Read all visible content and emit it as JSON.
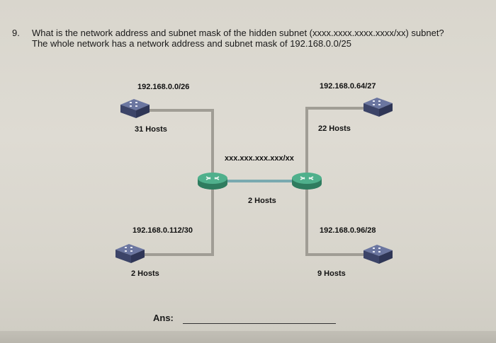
{
  "question": {
    "number": "9.",
    "line1": "What is the network address and subnet mask of the hidden subnet (xxxx.xxxx.xxxx.xxxx/xx) subnet?",
    "line2": "The whole network has a network address and subnet mask of 192.168.0.0/25"
  },
  "diagram": {
    "top_left": {
      "network": "192.168.0.0/26",
      "hosts": "31 Hosts"
    },
    "top_right": {
      "network": "192.168.0.64/27",
      "hosts": "22 Hosts"
    },
    "bottom_left": {
      "network": "192.168.0.112/30",
      "hosts": "2 Hosts"
    },
    "bottom_right": {
      "network": "192.168.0.96/28",
      "hosts": "9 Hosts"
    },
    "hidden_subnet": "xxx.xxx.xxx.xxx/xx",
    "router_link_hosts": "2 Hosts",
    "colors": {
      "wire": "#a09d95",
      "switch": "#4b557a",
      "router": "#3e9a78"
    }
  },
  "answer": {
    "label": "Ans:"
  }
}
